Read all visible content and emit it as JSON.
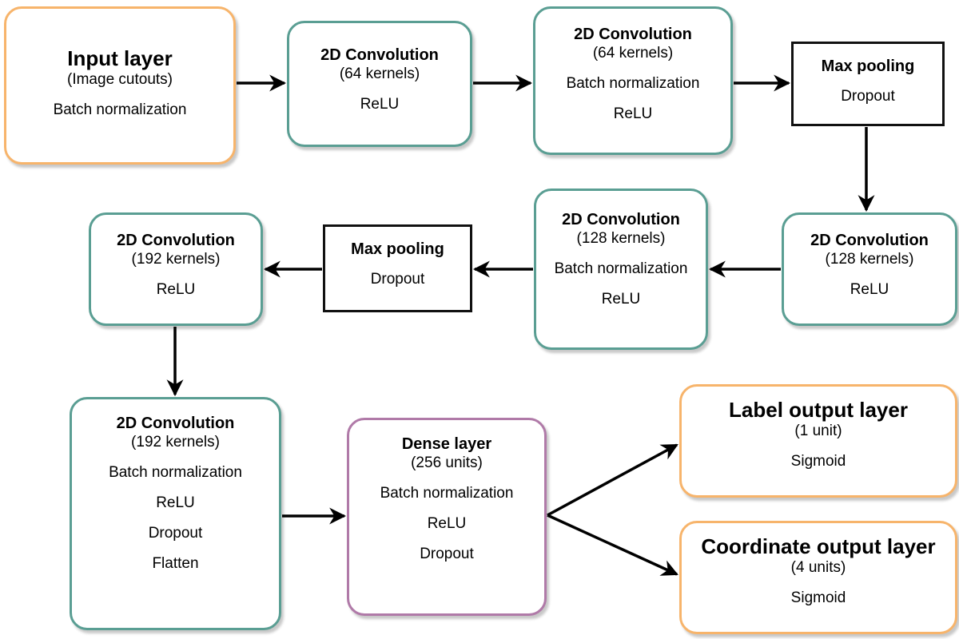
{
  "nodes": {
    "input": {
      "title": "Input layer",
      "line1": "(Image cutouts)",
      "line2": "Batch normalization"
    },
    "conv1": {
      "title": "2D Convolution",
      "line1": "(64 kernels)",
      "line2": "ReLU"
    },
    "conv2": {
      "title": "2D Convolution",
      "line1": "(64 kernels)",
      "line2": "Batch normalization",
      "line3": "ReLU"
    },
    "pool1": {
      "title": "Max pooling",
      "line1": "Dropout"
    },
    "conv3": {
      "title": "2D Convolution",
      "line1": "(128 kernels)",
      "line2": "ReLU"
    },
    "conv4": {
      "title": "2D Convolution",
      "line1": "(128 kernels)",
      "line2": "Batch normalization",
      "line3": "ReLU"
    },
    "pool2": {
      "title": "Max pooling",
      "line1": "Dropout"
    },
    "conv5": {
      "title": "2D Convolution",
      "line1": "(192 kernels)",
      "line2": "ReLU"
    },
    "conv6": {
      "title": "2D Convolution",
      "line1": "(192 kernels)",
      "line2": "Batch normalization",
      "line3": "ReLU",
      "line4": "Dropout",
      "line5": "Flatten"
    },
    "dense": {
      "title": "Dense layer",
      "line1": "(256 units)",
      "line2": "Batch normalization",
      "line3": "ReLU",
      "line4": "Dropout"
    },
    "label_out": {
      "title": "Label output layer",
      "line1": "(1 unit)",
      "line2": "Sigmoid"
    },
    "coord_out": {
      "title": "Coordinate output layer",
      "line1": "(4 units)",
      "line2": "Sigmoid"
    }
  },
  "edges": [
    {
      "from": "input",
      "to": "conv1"
    },
    {
      "from": "conv1",
      "to": "conv2"
    },
    {
      "from": "conv2",
      "to": "pool1"
    },
    {
      "from": "pool1",
      "to": "conv3"
    },
    {
      "from": "conv3",
      "to": "conv4"
    },
    {
      "from": "conv4",
      "to": "pool2"
    },
    {
      "from": "pool2",
      "to": "conv5"
    },
    {
      "from": "conv5",
      "to": "conv6"
    },
    {
      "from": "conv6",
      "to": "dense"
    },
    {
      "from": "dense",
      "to": "label_out"
    },
    {
      "from": "dense",
      "to": "coord_out"
    }
  ],
  "colors": {
    "convolution_border": "#5a9e93",
    "io_border": "#f7b46b",
    "dense_border": "#b07aa8",
    "pooling_border": "#111111",
    "arrow": "#000000"
  }
}
